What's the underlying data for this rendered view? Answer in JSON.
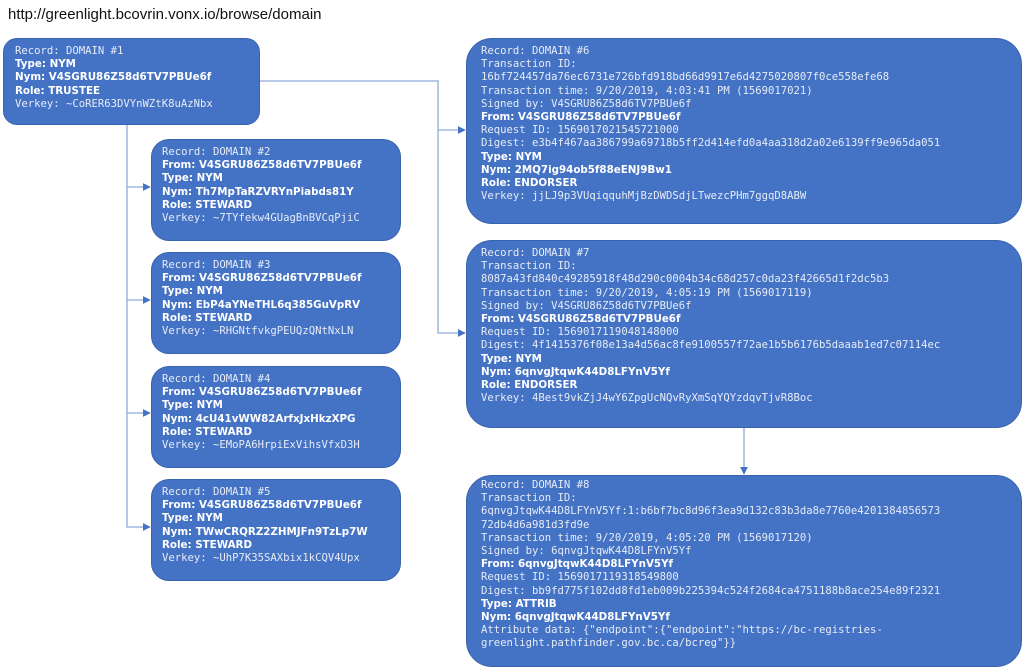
{
  "url": "http://greenlight.bcovrin.vonx.io/browse/domain",
  "records": [
    {
      "id": "b1",
      "lines": [
        {
          "text": "Record: DOMAIN #1",
          "bold": false
        },
        {
          "text": "Type: NYM",
          "bold": true
        },
        {
          "text": "Nym: V4SGRU86Z58d6TV7PBUe6f",
          "bold": true
        },
        {
          "text": "Role: TRUSTEE",
          "bold": true
        },
        {
          "text": "Verkey: ~CoRER63DVYnWZtK8uAzNbx",
          "bold": false
        }
      ]
    },
    {
      "id": "b2",
      "lines": [
        {
          "text": "Record: DOMAIN #2",
          "bold": false
        },
        {
          "text": "From: V4SGRU86Z58d6TV7PBUe6f",
          "bold": true
        },
        {
          "text": "Type: NYM",
          "bold": true
        },
        {
          "text": "Nym: Th7MpTaRZVRYnPiabds81Y",
          "bold": true
        },
        {
          "text": "Role: STEWARD",
          "bold": true
        },
        {
          "text": "Verkey: ~7TYfekw4GUagBnBVCqPjiC",
          "bold": false
        }
      ]
    },
    {
      "id": "b3",
      "lines": [
        {
          "text": "Record: DOMAIN #3",
          "bold": false
        },
        {
          "text": "From: V4SGRU86Z58d6TV7PBUe6f",
          "bold": true
        },
        {
          "text": "Type: NYM",
          "bold": true
        },
        {
          "text": "Nym: EbP4aYNeTHL6q385GuVpRV",
          "bold": true
        },
        {
          "text": "Role: STEWARD",
          "bold": true
        },
        {
          "text": "Verkey: ~RHGNtfvkgPEUQzQNtNxLN",
          "bold": false
        }
      ]
    },
    {
      "id": "b4",
      "lines": [
        {
          "text": "Record: DOMAIN #4",
          "bold": false
        },
        {
          "text": "From: V4SGRU86Z58d6TV7PBUe6f",
          "bold": true
        },
        {
          "text": "Type: NYM",
          "bold": true
        },
        {
          "text": "Nym: 4cU41vWW82ArfxJxHkzXPG",
          "bold": true
        },
        {
          "text": "Role: STEWARD",
          "bold": true
        },
        {
          "text": "Verkey: ~EMoPA6HrpiExVihsVfxD3H",
          "bold": false
        }
      ]
    },
    {
      "id": "b5",
      "lines": [
        {
          "text": "Record: DOMAIN #5",
          "bold": false
        },
        {
          "text": "From: V4SGRU86Z58d6TV7PBUe6f",
          "bold": true
        },
        {
          "text": "Type: NYM",
          "bold": true
        },
        {
          "text": "Nym: TWwCRQRZ2ZHMJFn9TzLp7W",
          "bold": true
        },
        {
          "text": "Role: STEWARD",
          "bold": true
        },
        {
          "text": "Verkey: ~UhP7K35SAXbix1kCQV4Upx",
          "bold": false
        }
      ]
    },
    {
      "id": "b6",
      "lines": [
        {
          "text": "Record: DOMAIN #6",
          "bold": false
        },
        {
          "text": "Transaction ID:",
          "bold": false
        },
        {
          "text": "16bf724457da76ec6731e726bfd918bd66d9917e6d4275020807f0ce558efe68",
          "bold": false
        },
        {
          "text": "Transaction time: 9/20/2019, 4:03:41 PM (1569017021)",
          "bold": false
        },
        {
          "text": "Signed by: V4SGRU86Z58d6TV7PBUe6f",
          "bold": false
        },
        {
          "text": "From: V4SGRU86Z58d6TV7PBUe6f",
          "bold": true
        },
        {
          "text": "Request ID: 1569017021545721000",
          "bold": false
        },
        {
          "text": "Digest: e3b4f467aa386799a69718b5ff2d414efd0a4aa318d2a02e6139ff9e965da051",
          "bold": false
        },
        {
          "text": "Type: NYM",
          "bold": true
        },
        {
          "text": "Nym: 2MQ7ig94ob5f88eENJ9Bw1",
          "bold": true
        },
        {
          "text": "Role: ENDORSER",
          "bold": true
        },
        {
          "text": "Verkey: jjLJ9p3VUqiqquhMjBzDWDSdjLTwezcPHm7ggqD8ABW",
          "bold": false
        }
      ]
    },
    {
      "id": "b7",
      "lines": [
        {
          "text": "Record: DOMAIN #7",
          "bold": false
        },
        {
          "text": "Transaction ID:",
          "bold": false
        },
        {
          "text": "8087a43fd840c49285918f48d290c0004b34c68d257c0da23f42665d1f2dc5b3",
          "bold": false
        },
        {
          "text": "Transaction time: 9/20/2019, 4:05:19 PM (1569017119)",
          "bold": false
        },
        {
          "text": "Signed by: V4SGRU86Z58d6TV7PBUe6f",
          "bold": false
        },
        {
          "text": "From: V4SGRU86Z58d6TV7PBUe6f",
          "bold": true
        },
        {
          "text": "Request ID: 1569017119048148000",
          "bold": false
        },
        {
          "text": "Digest: 4f1415376f08e13a4d56ac8fe9100557f72ae1b5b6176b5daaab1ed7c07114ec",
          "bold": false
        },
        {
          "text": "Type: NYM",
          "bold": true
        },
        {
          "text": "Nym: 6qnvgJtqwK44D8LFYnV5Yf",
          "bold": true
        },
        {
          "text": "Role: ENDORSER",
          "bold": true
        },
        {
          "text": "Verkey: 4Best9vkZjJ4wY6ZpgUcNQvRyXmSqYQYzdqvTjvR8Boc",
          "bold": false
        }
      ]
    },
    {
      "id": "b8",
      "lines": [
        {
          "text": "Record: DOMAIN #8",
          "bold": false
        },
        {
          "text": "Transaction ID:",
          "bold": false
        },
        {
          "text": "6qnvgJtqwK44D8LFYnV5Yf:1:b6bf7bc8d96f3ea9d132c83b3da8e7760e4201384856573",
          "bold": false
        },
        {
          "text": "72db4d6a981d3fd9e",
          "bold": false
        },
        {
          "text": "Transaction time: 9/20/2019, 4:05:20 PM (1569017120)",
          "bold": false
        },
        {
          "text": "Signed by: 6qnvgJtqwK44D8LFYnV5Yf",
          "bold": false
        },
        {
          "text": "From: 6qnvgJtqwK44D8LFYnV5Yf",
          "bold": true
        },
        {
          "text": "Request ID: 1569017119318549800",
          "bold": false
        },
        {
          "text": "Digest: bb9fd775f102dd8fd1eb009b225394c524f2684ca4751188b8ace254e89f2321",
          "bold": false
        },
        {
          "text": "Type: ATTRIB",
          "bold": true
        },
        {
          "text": "Nym: 6qnvgJtqwK44D8LFYnV5Yf",
          "bold": true
        },
        {
          "text": "Attribute data: {\"endpoint\":{\"endpoint\":\"https://bc-registries-",
          "bold": false
        },
        {
          "text": "greenlight.pathfinder.gov.bc.ca/bcreg\"}}",
          "bold": false
        }
      ]
    }
  ],
  "connections": [
    {
      "from": "DOMAIN #1",
      "to": "DOMAIN #2"
    },
    {
      "from": "DOMAIN #1",
      "to": "DOMAIN #3"
    },
    {
      "from": "DOMAIN #1",
      "to": "DOMAIN #4"
    },
    {
      "from": "DOMAIN #1",
      "to": "DOMAIN #5"
    },
    {
      "from": "DOMAIN #1",
      "to": "DOMAIN #6"
    },
    {
      "from": "DOMAIN #1",
      "to": "DOMAIN #7"
    },
    {
      "from": "DOMAIN #7",
      "to": "DOMAIN #8"
    }
  ],
  "colors": {
    "box_fill": "#4472c4",
    "connector": "#8faadc",
    "arrow": "#4472c4"
  }
}
